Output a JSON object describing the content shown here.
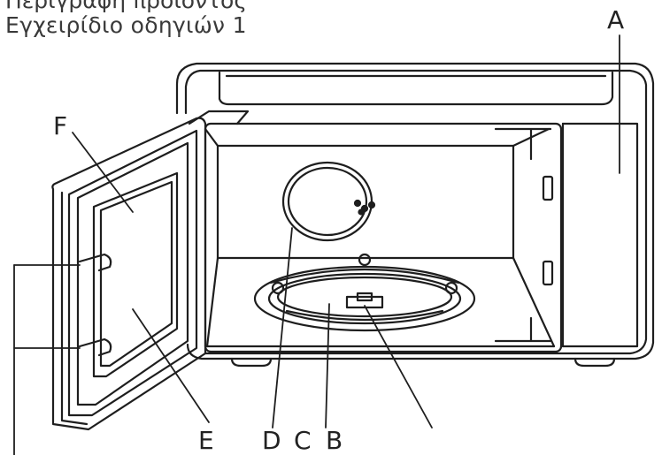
{
  "header": {
    "cut_line": "Περιγραφή προϊόντος",
    "title": "Εγχειρίδιο οδηγιών 1"
  },
  "labels": {
    "A": "A",
    "B": "B",
    "C": "C",
    "D": "D",
    "E": "E",
    "F": "F"
  },
  "colors": {
    "stroke": "#1e1e1e",
    "text": "#3a3a3a"
  }
}
